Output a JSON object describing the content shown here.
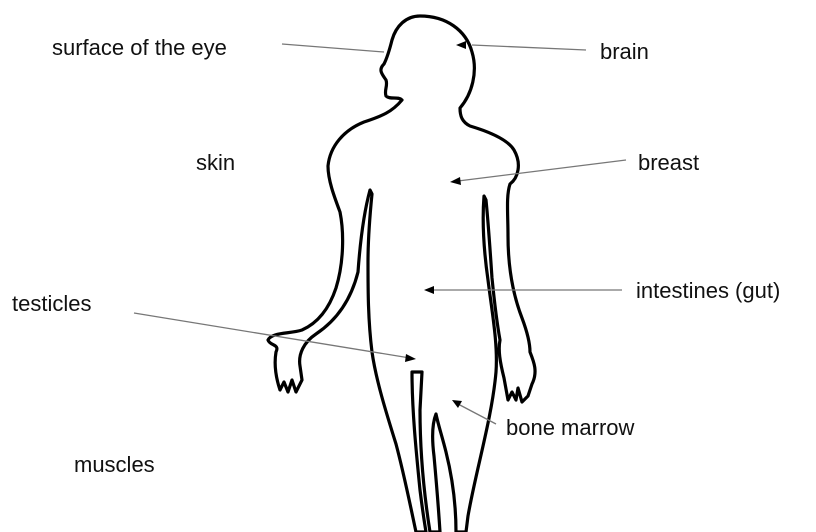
{
  "labels": {
    "surface_of_eye": "surface of the eye",
    "brain": "brain",
    "skin": "skin",
    "breast": "breast",
    "testicles": "testicles",
    "intestines": "intestines (gut)",
    "bone_marrow": "bone marrow",
    "muscles": "muscles"
  },
  "colors": {
    "outline": "#000000",
    "leader_line": "#777777",
    "text": "#111111",
    "background": "#ffffff"
  }
}
